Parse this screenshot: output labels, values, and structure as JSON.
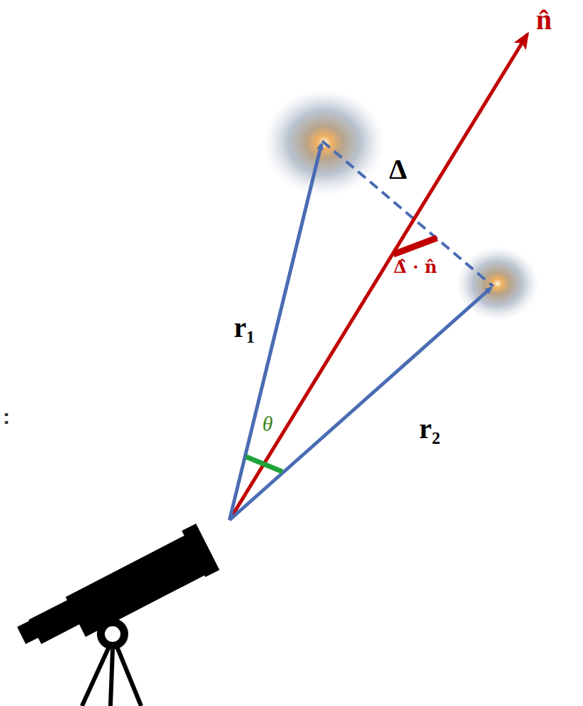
{
  "diagram": {
    "labels": [
      "n̂",
      "Δ",
      "Δ̂ · n̂",
      "r₁",
      "r₂",
      "θ",
      ":"
    ]
  }
}
